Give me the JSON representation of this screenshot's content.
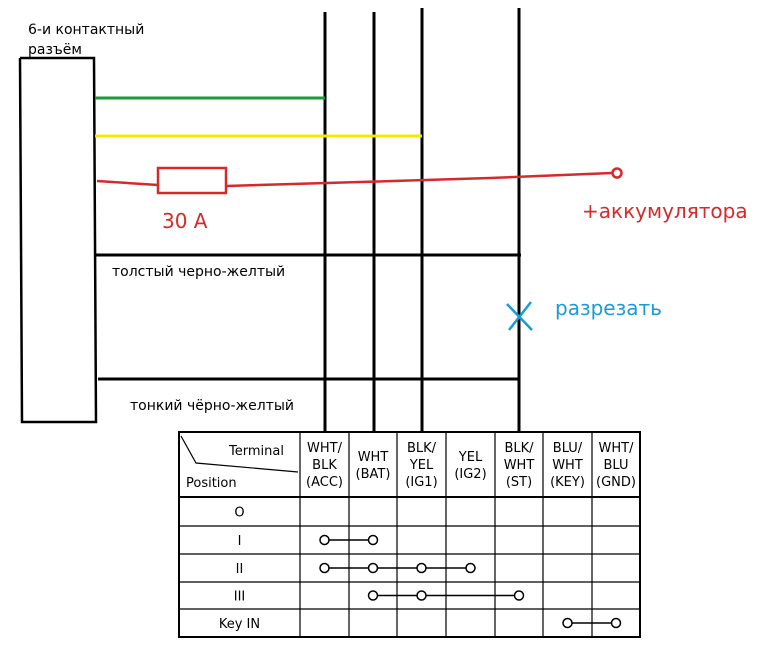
{
  "connector": {
    "title_line1": "6-и контактный",
    "title_line2": "разъём"
  },
  "fuse": {
    "label": "30 А"
  },
  "battery": {
    "label": "+аккумулятора"
  },
  "cut": {
    "label": "разрезать"
  },
  "wires": {
    "thick_label": "толстый черно-желтый",
    "thin_label": "тонкий чёрно-желтый"
  },
  "colors": {
    "green": "#1a9a38",
    "yellow": "#f4e800",
    "red": "#d62a2a",
    "blue": "#1a9ad8",
    "black": "#000000"
  },
  "table": {
    "header_terminal": "Terminal",
    "header_position": "Position",
    "columns": [
      {
        "lines": [
          "WHT/",
          "BLK",
          "(ACC)"
        ]
      },
      {
        "lines": [
          "WHT",
          "(BAT)"
        ]
      },
      {
        "lines": [
          "BLK/",
          "YEL",
          "(IG1)"
        ]
      },
      {
        "lines": [
          "YEL",
          "(IG2)"
        ]
      },
      {
        "lines": [
          "BLK/",
          "WHT",
          "(ST)"
        ]
      },
      {
        "lines": [
          "BLU/",
          "WHT",
          "(KEY)"
        ]
      },
      {
        "lines": [
          "WHT/",
          "BLU",
          "(GND)"
        ]
      }
    ],
    "rows": [
      {
        "position": "O",
        "connected": []
      },
      {
        "position": "I",
        "connected": [
          0,
          1
        ]
      },
      {
        "position": "II",
        "connected": [
          0,
          1,
          2,
          3
        ]
      },
      {
        "position": "III",
        "connected": [
          1,
          2,
          4
        ]
      },
      {
        "position": "Key IN",
        "connected": [
          5,
          6
        ]
      }
    ]
  }
}
